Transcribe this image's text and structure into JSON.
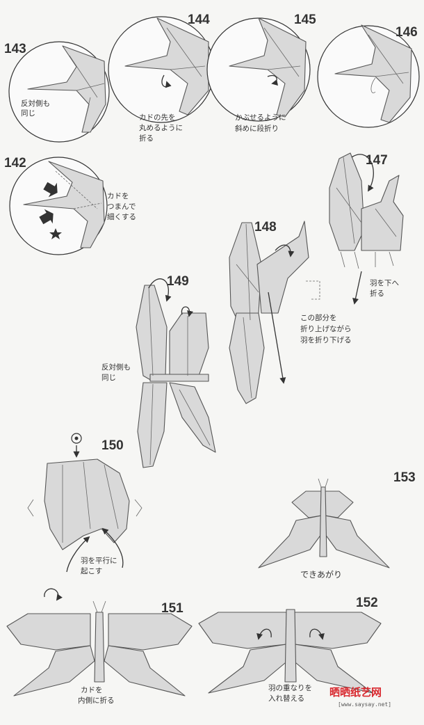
{
  "steps": [
    {
      "id": "143",
      "number": "143",
      "caption": [
        "反対側も",
        "同じ"
      ]
    },
    {
      "id": "144",
      "number": "144",
      "caption": [
        "カドの先を",
        "丸めるように",
        "折る"
      ]
    },
    {
      "id": "145",
      "number": "145",
      "caption": [
        "かぶせるように",
        "斜めに段折り"
      ]
    },
    {
      "id": "146",
      "number": "146",
      "caption": []
    },
    {
      "id": "142",
      "number": "142",
      "caption": [
        "カドを",
        "つまんで",
        "細くする"
      ]
    },
    {
      "id": "147",
      "number": "147",
      "caption": [
        "羽を下へ",
        "折る"
      ]
    },
    {
      "id": "148",
      "number": "148",
      "caption": [
        "この部分を",
        "折り上げながら",
        "羽を折り下げる"
      ]
    },
    {
      "id": "149",
      "number": "149",
      "caption": [
        "反対側も",
        "同じ"
      ]
    },
    {
      "id": "150",
      "number": "150",
      "caption": [
        "羽を平行に",
        "起こす"
      ]
    },
    {
      "id": "153",
      "number": "153",
      "caption": [
        "できあがり"
      ]
    },
    {
      "id": "151",
      "number": "151",
      "caption": [
        "カドを",
        "内側に折る"
      ]
    },
    {
      "id": "152",
      "number": "152",
      "caption": [
        "羽の重なりを",
        "入れ替える"
      ]
    }
  ],
  "watermark": {
    "title": "晒晒纸艺网",
    "url": "[www.saysay.net]"
  },
  "colors": {
    "paper": "#d9d9d9",
    "line": "#555555",
    "watermark": "#d8282e"
  }
}
